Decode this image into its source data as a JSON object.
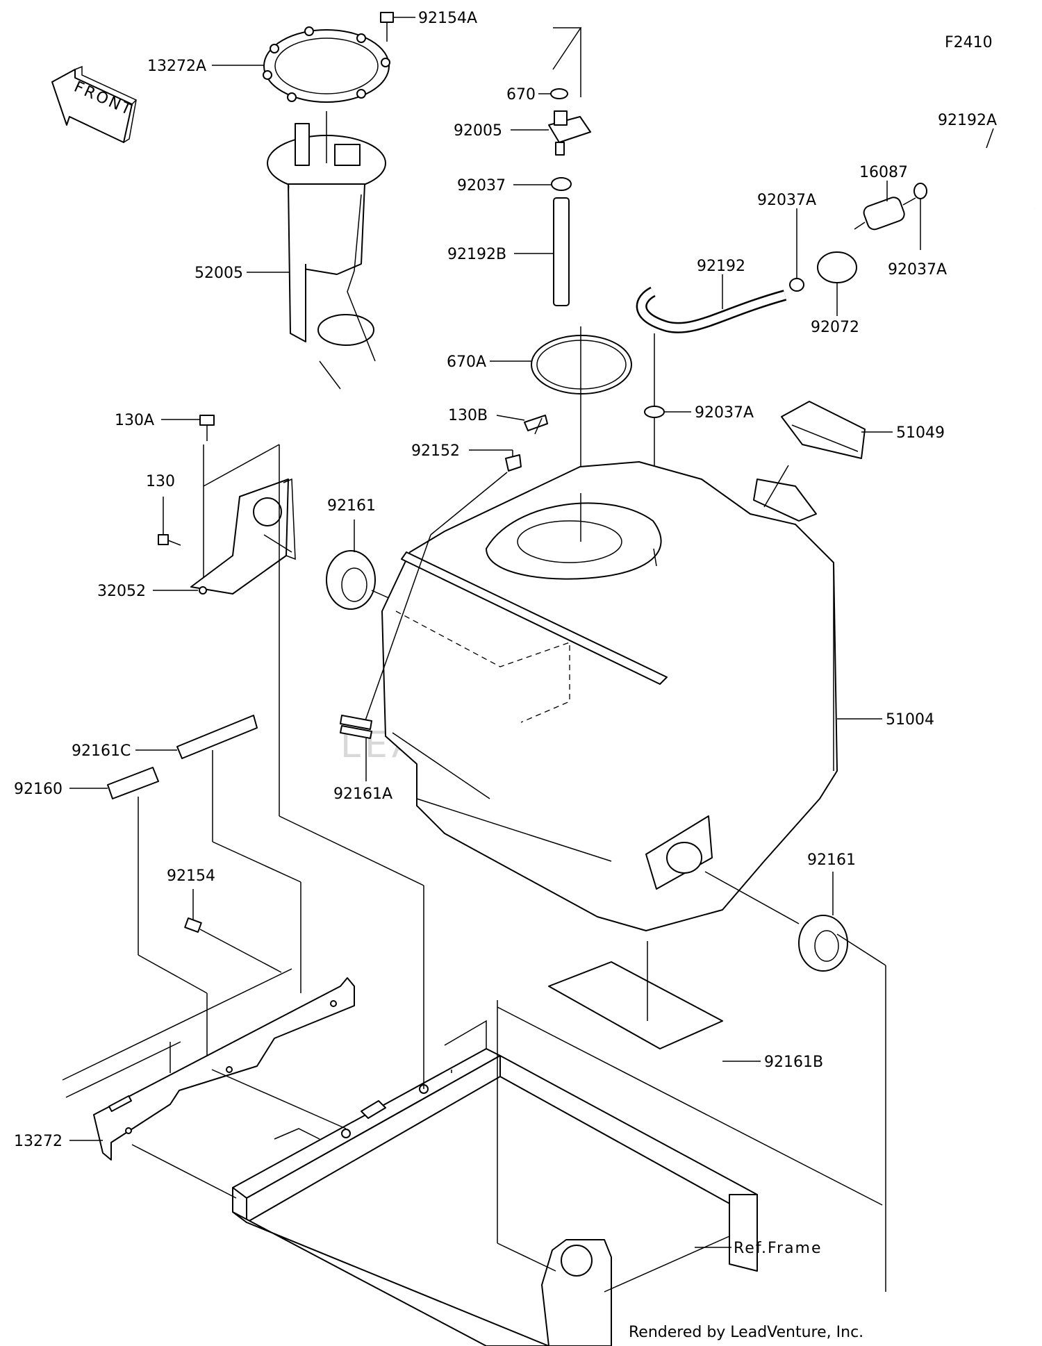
{
  "diagram_code": "F2410",
  "front_label": "FRONT",
  "watermark": "LEADVENTURE",
  "footer": "Rendered by LeadVenture, Inc.",
  "ref_frame": "Ref.Frame",
  "parts": {
    "p92154A": "92154A",
    "p13272A": "13272A",
    "p52005": "52005",
    "p670": "670",
    "p92005": "92005",
    "p92037": "92037",
    "p92192B": "92192B",
    "p670A": "670A",
    "p92192A": "92192A",
    "p16087": "16087",
    "p92037A_top": "92037A",
    "p92037A_right": "92037A",
    "p92192": "92192",
    "p92072": "92072",
    "p92037A_mid": "92037A",
    "p51049": "51049",
    "p130A": "130A",
    "p130B": "130B",
    "p92152": "92152",
    "p130": "130",
    "p92161_left": "92161",
    "p32052": "32052",
    "p51004": "51004",
    "p92161C": "92161C",
    "p92160": "92160",
    "p92161A": "92161A",
    "p92161_right": "92161",
    "p92154": "92154",
    "p92161B": "92161B",
    "p13272": "13272"
  }
}
